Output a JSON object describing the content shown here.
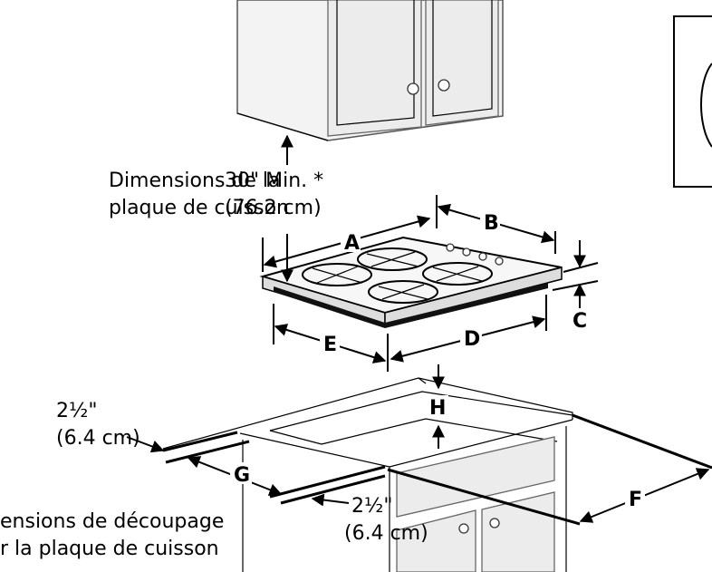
{
  "labels": {
    "cooktop_dims": [
      "Dimensions de la",
      "plaque de cuisson"
    ],
    "clearance": [
      "30\" Min. *",
      "(76.2 cm)"
    ],
    "cutout_dims": [
      "ensions de découpage",
      "r la plaque de cuisson"
    ],
    "gap_left": [
      "2½\"",
      "(6.4 cm)"
    ],
    "gap_right": [
      "2½\"",
      "(6.4 cm)"
    ]
  },
  "dimension_letters": [
    "A",
    "B",
    "C",
    "D",
    "E",
    "F",
    "G",
    "H"
  ]
}
